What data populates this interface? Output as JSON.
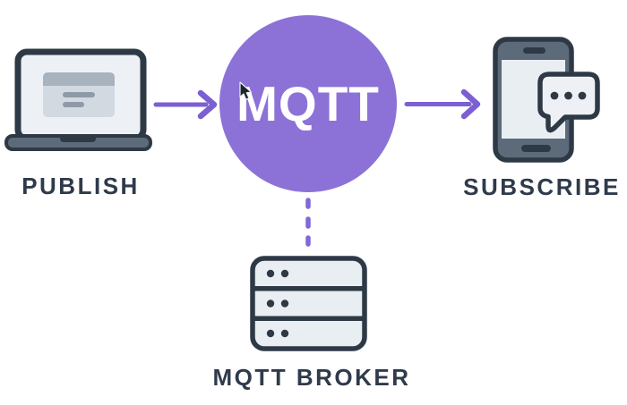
{
  "colors": {
    "background": "#FFFFFF",
    "mqtt_circle": "#8C72D7",
    "arrow": "#7B5FD3",
    "dashed_link": "#8268D6",
    "outline_dark": "#2E3946",
    "label_text": "#2F3A4B",
    "icon_fill_light": "#EDF1F5",
    "icon_fill_gray": "#5D6A79",
    "screen_card_gray": "#D2D9E1",
    "screen_card_header": "#A8B3C0",
    "screen_card_lines": "#8F9AA8",
    "mqtt_text": "#FFFFFF"
  },
  "nodes": {
    "publisher": {
      "label": "PUBLISH",
      "icon": "laptop-icon"
    },
    "center": {
      "label": "MQTT",
      "shape": "circle"
    },
    "subscriber": {
      "label": "SUBSCRIBE",
      "icon": "phone-chat-icon"
    },
    "broker": {
      "label": "MQTT BROKER",
      "icon": "server-icon"
    }
  },
  "connectors": [
    {
      "name": "publish-arrow",
      "from": "publisher",
      "to": "center",
      "style": "solid-arrow"
    },
    {
      "name": "subscribe-arrow",
      "from": "center",
      "to": "subscriber",
      "style": "solid-arrow"
    },
    {
      "name": "broker-link",
      "from": "center",
      "to": "broker",
      "style": "dashed-line"
    }
  ]
}
